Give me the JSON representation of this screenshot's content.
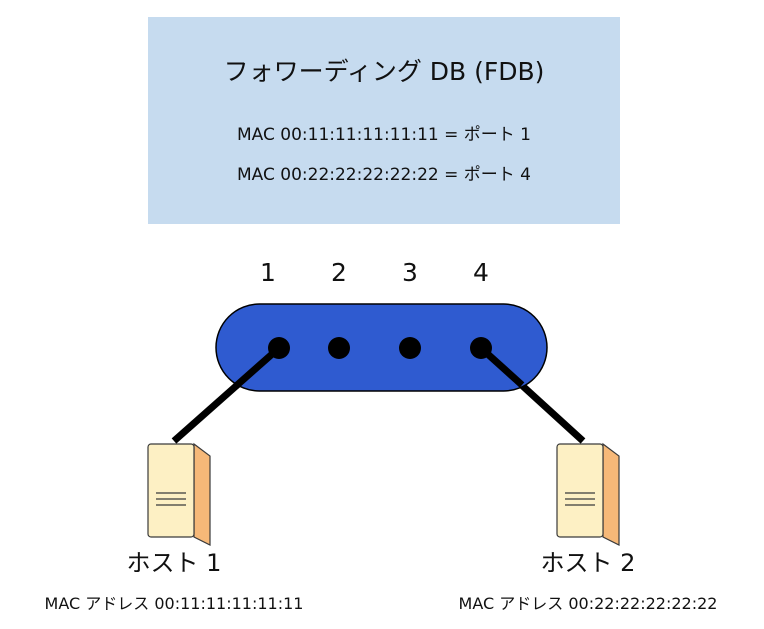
{
  "fdb": {
    "title": "フォワーディング DB (FDB)",
    "entries": [
      "MAC 00:11:11:11:11:11 = ポート 1",
      "MAC 00:22:22:22:22:22 = ポート 4"
    ]
  },
  "switch": {
    "ports": [
      "1",
      "2",
      "3",
      "4"
    ]
  },
  "hosts": [
    {
      "name": "ホスト 1",
      "mac": "MAC アドレス 00:11:11:11:11:11",
      "port": "1"
    },
    {
      "name": "ホスト 2",
      "mac": "MAC アドレス 00:22:22:22:22:22",
      "port": "4"
    }
  ],
  "colors": {
    "fdb_box": "#c6dbef",
    "switch_body": "#2f5bd0",
    "switch_outline": "#000000",
    "port_dot": "#000000",
    "cable": "#000000",
    "server_front": "#fdf0c4",
    "server_side": "#f6b878",
    "server_outline": "#3a3a3a"
  }
}
